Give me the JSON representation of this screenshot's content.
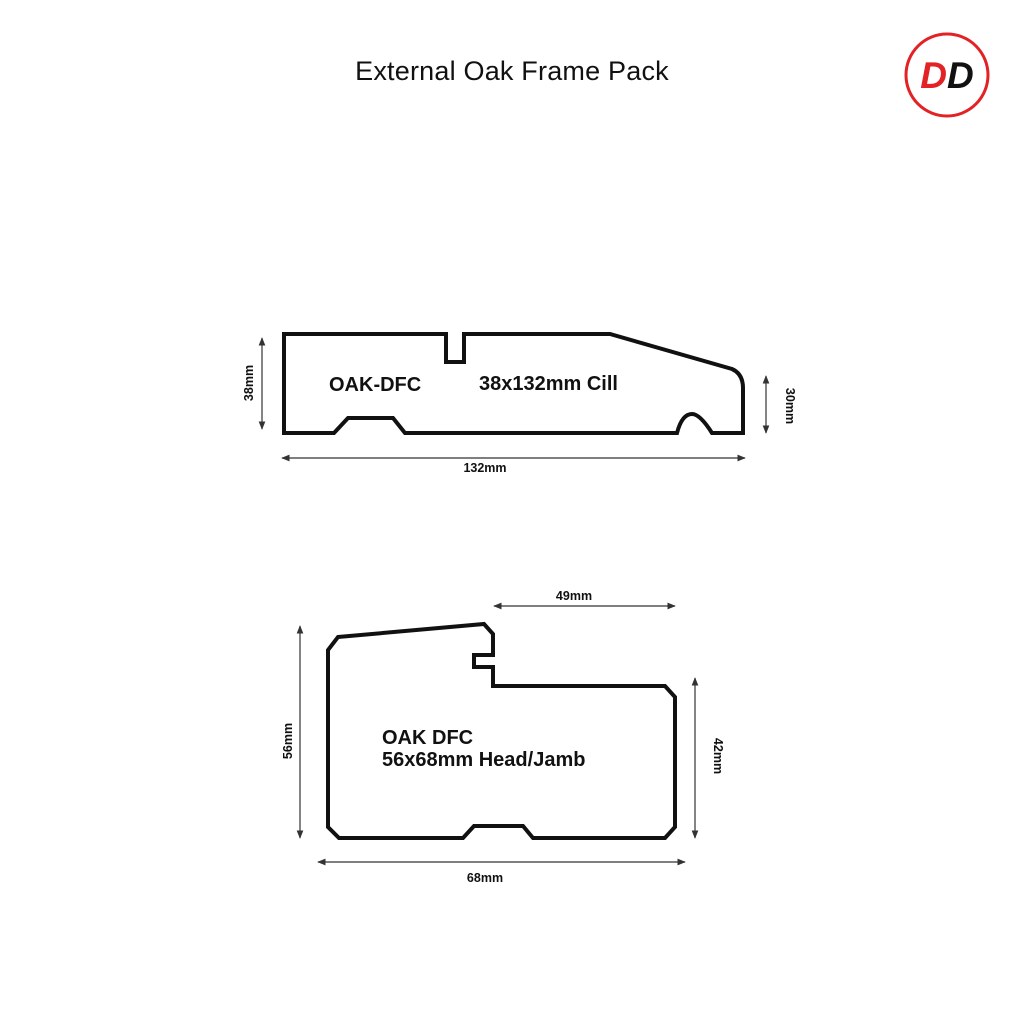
{
  "title": "External Oak Frame Pack",
  "logo": {
    "text": "DD",
    "ring_color": "#e32226",
    "first_letter_color": "#e32226",
    "second_letter_color": "#111111"
  },
  "cill": {
    "code": "OAK-DFC",
    "description": "38x132mm Cill",
    "dims": {
      "height": "38mm",
      "front_height": "30mm",
      "width": "132mm"
    }
  },
  "head_jamb": {
    "code": "OAK DFC",
    "description": "56x68mm Head/Jamb",
    "dims": {
      "height": "56mm",
      "rebate_height": "42mm",
      "rebate_width": "49mm",
      "width": "68mm"
    }
  }
}
